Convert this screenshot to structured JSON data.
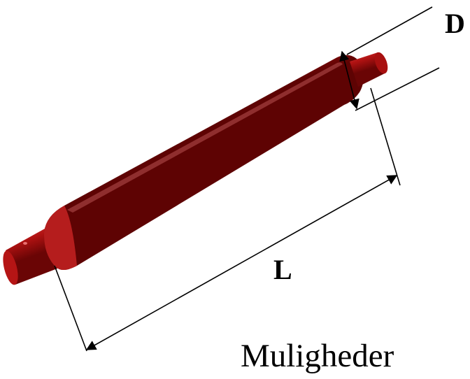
{
  "labels": {
    "diameter": "D",
    "length": "L"
  },
  "caption": "Muligheder",
  "colors": {
    "roller_body": "#b01010",
    "roller_highlight": "#e86060",
    "roller_shadow": "#5a0000",
    "dimension_lines": "#000000"
  }
}
